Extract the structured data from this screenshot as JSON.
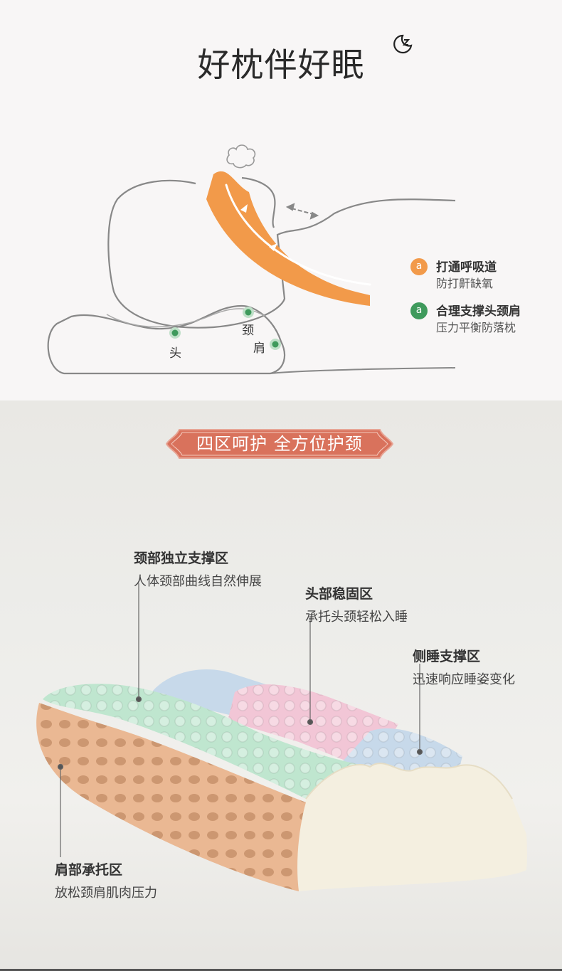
{
  "header": {
    "title": "好枕伴好眠"
  },
  "diagram": {
    "labels": {
      "head": "头",
      "neck": "颈",
      "shoulder": "肩"
    },
    "legend": [
      {
        "badge": "a",
        "title": "打通呼吸道",
        "subtitle": "防打鼾缺氧",
        "color": "#f29a4a"
      },
      {
        "badge": "a",
        "title": "合理支撑头颈肩",
        "subtitle": "压力平衡防落枕",
        "color": "#3f9a5c"
      }
    ]
  },
  "section": {
    "banner": "四区呵护 全方位护颈",
    "banner_color": "#d9725c",
    "zones": [
      {
        "title": "颈部独立支撑区",
        "subtitle": "人体颈部曲线自然伸展"
      },
      {
        "title": "头部稳固区",
        "subtitle": "承托头颈轻松入睡"
      },
      {
        "title": "侧睡支撑区",
        "subtitle": "迅速响应睡姿变化"
      },
      {
        "title": "肩部承托区",
        "subtitle": "放松颈肩肌肉压力"
      }
    ]
  },
  "colors": {
    "airway_orange": "#f29a4a",
    "point_green": "#3f9a5c",
    "outline_gray": "#8a8a8a",
    "zone_neck": "#bfe6cf",
    "zone_head": "#f2c6d6",
    "zone_side": "#c7d9ea",
    "zone_shoulder": "#eab893",
    "foam_base": "#f4efe0"
  }
}
